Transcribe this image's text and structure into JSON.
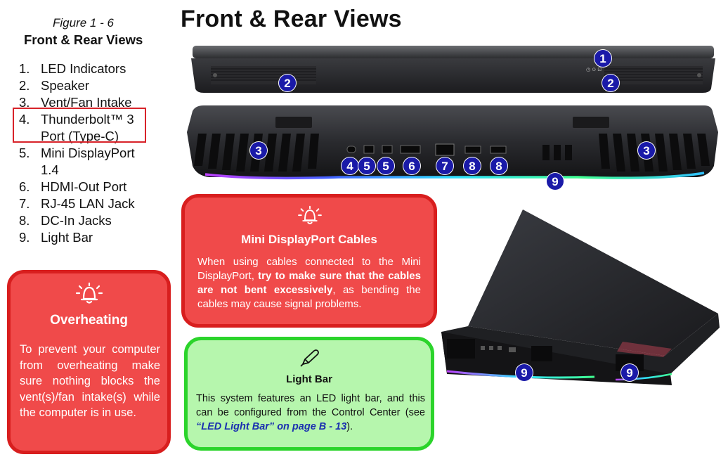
{
  "figure": {
    "number": "Figure 1 - 6",
    "title": "Front & Rear Views"
  },
  "page_title": "Front & Rear Views",
  "parts": [
    {
      "num": "1.",
      "label": "LED Indicators"
    },
    {
      "num": "2.",
      "label": "Speaker"
    },
    {
      "num": "3.",
      "label": "Vent/Fan Intake"
    },
    {
      "num": "4.",
      "label": "Thunderbolt™ 3 Port (Type-C)"
    },
    {
      "num": "5.",
      "label": "Mini DisplayPort 1.4"
    },
    {
      "num": "6.",
      "label": "HDMI-Out Port"
    },
    {
      "num": "7.",
      "label": "RJ-45 LAN Jack"
    },
    {
      "num": "8.",
      "label": "DC-In Jacks"
    },
    {
      "num": "9.",
      "label": "Light Bar"
    }
  ],
  "highlight_color": "#d8232a",
  "overheating": {
    "icon": "warning-bell-icon",
    "title": "Overheating",
    "text": "To prevent your computer from overheating make sure nothing blocks the vent(s)/fan intake(s) while the computer is in use."
  },
  "mini_dp": {
    "icon": "warning-bell-icon",
    "title": "Mini DisplayPort Cables",
    "text_before": "When using cables connected to the Mini DisplayPort, ",
    "text_bold": "try to make sure that the cables are not bent excessively",
    "text_after": ", as bending the cables may cause signal problems."
  },
  "light_bar": {
    "icon": "pen-icon",
    "title": "Light Bar",
    "text_before": "This system features an LED light bar, and this can be configured from the Control Center (see ",
    "ref": "“LED Light Bar” on page B - 13",
    "text_after": ")."
  },
  "front_view_labels": {
    "indicator_text": "◷ ⊙ ⊡"
  },
  "badges": {
    "b1": "1",
    "b2": "2",
    "b3": "3",
    "b4": "4",
    "b5": "5",
    "b6": "6",
    "b7": "7",
    "b8": "8",
    "b9": "9"
  },
  "colors": {
    "red_fill": "#f04a4a",
    "red_border": "#d81e1e",
    "green_fill": "#b6f6ad",
    "green_border": "#2bd42b",
    "badge": "#1a1aa8",
    "link": "#1a2fb0"
  }
}
